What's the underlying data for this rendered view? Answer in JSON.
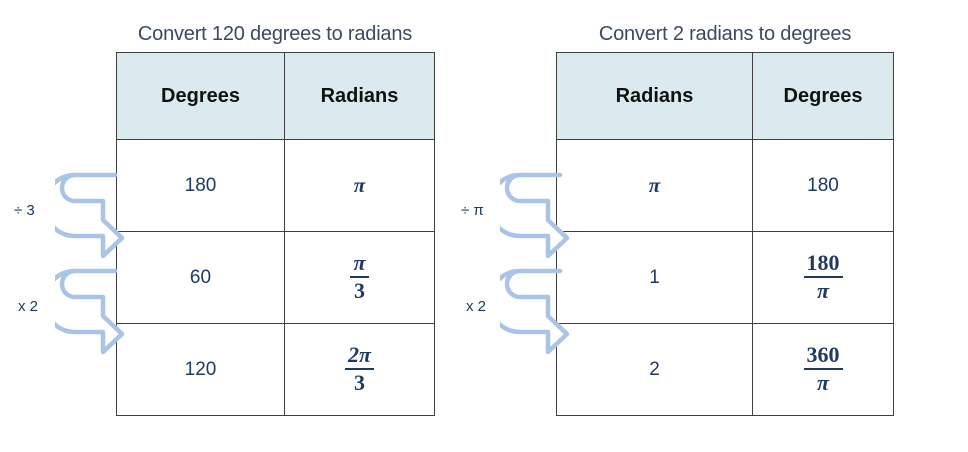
{
  "page": {
    "background_color": "#ffffff",
    "text_color": "#1f3864",
    "header_fill": "#dbeaee",
    "border_color": "#3f3f3f",
    "arrow_color": "#a9c4e4"
  },
  "panels": [
    {
      "id": "left",
      "title": "Convert 120 degrees to radians",
      "columns": [
        "Degrees",
        "Radians"
      ],
      "rows": [
        {
          "left": "180",
          "right_type": "pi",
          "right": "π"
        },
        {
          "left": "60",
          "right_type": "frac",
          "right_num": "π",
          "right_den": "3"
        },
        {
          "left": "120",
          "right_type": "frac",
          "right_num": "2π",
          "right_den": "3"
        }
      ],
      "operations": [
        {
          "label": "÷ 3",
          "icon": "uturn-arrow-icon"
        },
        {
          "label": "x 2",
          "icon": "uturn-arrow-icon"
        }
      ]
    },
    {
      "id": "right",
      "title": "Convert 2 radians to degrees",
      "columns": [
        "Radians",
        "Degrees"
      ],
      "rows": [
        {
          "left_type": "pi",
          "left": "π",
          "right_type": "plain",
          "right": "180"
        },
        {
          "left_type": "plain",
          "left": "1",
          "right_type": "frac",
          "right_num": "180",
          "right_den": "π"
        },
        {
          "left_type": "plain",
          "left": "2",
          "right_type": "frac",
          "right_num": "360",
          "right_den": "π"
        }
      ],
      "operations": [
        {
          "label": "÷ π",
          "icon": "uturn-arrow-icon"
        },
        {
          "label": "x 2",
          "icon": "uturn-arrow-icon"
        }
      ]
    }
  ]
}
